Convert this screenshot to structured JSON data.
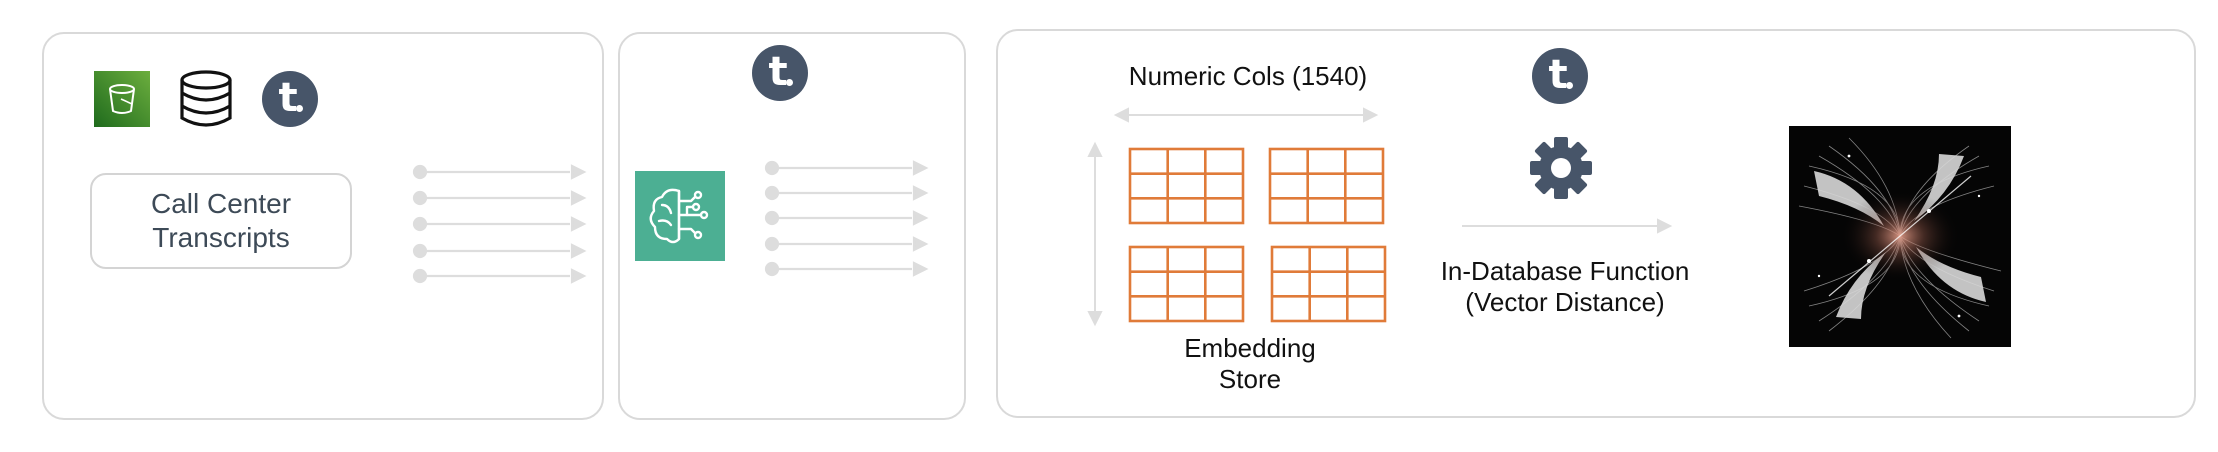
{
  "panels": {
    "sources": {
      "icons": [
        "s3-bucket-icon",
        "database-icon",
        "teradata-logo-icon"
      ],
      "badge_letter": "t",
      "source_box": {
        "line1": "Call Center",
        "line2": "Transcripts"
      }
    },
    "embedding_model": {
      "badge_letter": "t",
      "icons": [
        "teradata-logo-icon",
        "ai-model-brain-icon"
      ]
    },
    "vector_store": {
      "badge_letter": "t",
      "numeric_cols_label": "Numeric Cols (1540)",
      "store_label": {
        "line1": "Embedding",
        "line2": "Store"
      },
      "function_label": {
        "line1": "In-Database Function",
        "line2": "(Vector Distance)"
      },
      "icons": [
        "gear-icon",
        "teradata-logo-icon",
        "vector-visualization-image"
      ]
    }
  },
  "colors": {
    "panel_border": "#d9d9d9",
    "badge": "#475569",
    "grid_orange": "#e07b39",
    "ai_teal": "#4caf93",
    "s3_green": "#3d8f2f",
    "arrow_gray": "#dddddd"
  }
}
